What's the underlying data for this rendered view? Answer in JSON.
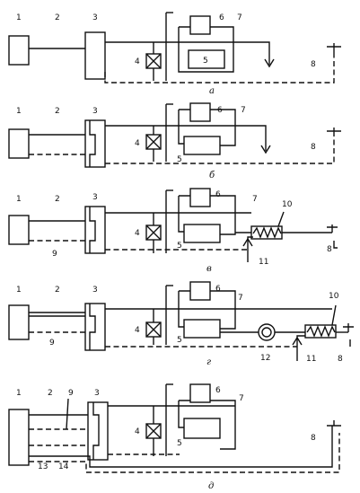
{
  "labels": {
    "n1": "1",
    "n2": "2",
    "n3": "3",
    "n4": "4",
    "n5": "5",
    "n6": "6",
    "n7": "7",
    "n8": "8",
    "n9": "9",
    "n10": "10",
    "n11": "11",
    "n12": "12",
    "n13": "13",
    "n14": "14"
  },
  "panels": [
    {
      "letter": "а"
    },
    {
      "letter": "б"
    },
    {
      "letter": "в"
    },
    {
      "letter": "г"
    },
    {
      "letter": "д"
    }
  ]
}
